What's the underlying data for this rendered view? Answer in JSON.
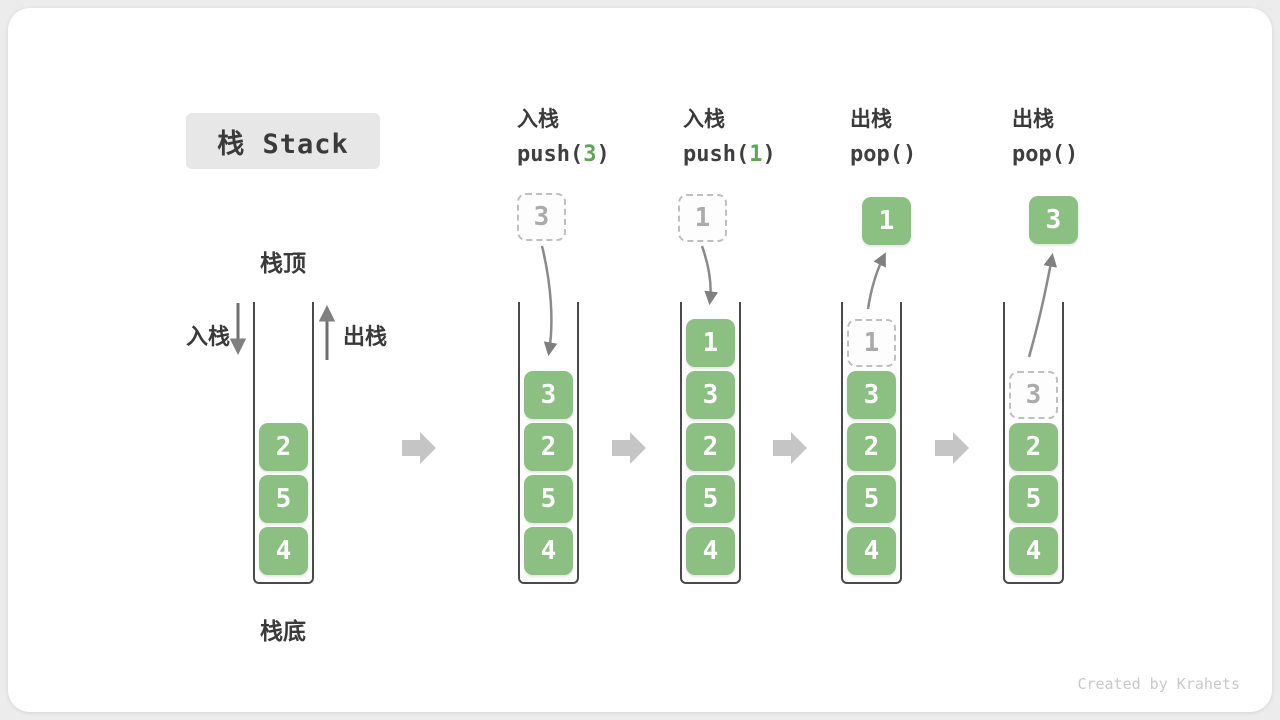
{
  "title": "栈 Stack",
  "labels": {
    "stack_top": "栈顶",
    "stack_bottom": "栈底",
    "push_direction": "入栈",
    "pop_direction": "出栈"
  },
  "footer": "Created by Krahets",
  "colors": {
    "box_green": "#8cc083",
    "code_arg_green": "#61a455",
    "arrow_gray": "#808080",
    "flow_arrow_gray": "#c5c5c5",
    "ghost_border_gray": "#bfbfbf",
    "container_line": "#4a4a4a"
  },
  "chart_note": "Stack LIFO operation sequence diagram",
  "stages": [
    {
      "name": "initial",
      "header": null,
      "float_box": null,
      "cells": [
        {
          "value": "2",
          "ghost": false
        },
        {
          "value": "5",
          "ghost": false
        },
        {
          "value": "4",
          "ghost": false
        }
      ]
    },
    {
      "name": "push-3",
      "header": {
        "cn": "入栈",
        "code_pre": "push(",
        "code_arg": "3",
        "code_post": ")"
      },
      "float_box": {
        "value": "3",
        "ghost": true
      },
      "cells": [
        {
          "value": "3",
          "ghost": false
        },
        {
          "value": "2",
          "ghost": false
        },
        {
          "value": "5",
          "ghost": false
        },
        {
          "value": "4",
          "ghost": false
        }
      ]
    },
    {
      "name": "push-1",
      "header": {
        "cn": "入栈",
        "code_pre": "push(",
        "code_arg": "1",
        "code_post": ")"
      },
      "float_box": {
        "value": "1",
        "ghost": true
      },
      "cells": [
        {
          "value": "1",
          "ghost": false
        },
        {
          "value": "3",
          "ghost": false
        },
        {
          "value": "2",
          "ghost": false
        },
        {
          "value": "5",
          "ghost": false
        },
        {
          "value": "4",
          "ghost": false
        }
      ]
    },
    {
      "name": "pop-1",
      "header": {
        "cn": "出栈",
        "code_pre": "pop(",
        "code_arg": "",
        "code_post": ")"
      },
      "float_box": {
        "value": "1",
        "ghost": false
      },
      "cells": [
        {
          "value": "1",
          "ghost": true
        },
        {
          "value": "3",
          "ghost": false
        },
        {
          "value": "2",
          "ghost": false
        },
        {
          "value": "5",
          "ghost": false
        },
        {
          "value": "4",
          "ghost": false
        }
      ]
    },
    {
      "name": "pop-3",
      "header": {
        "cn": "出栈",
        "code_pre": "pop(",
        "code_arg": "",
        "code_post": ")"
      },
      "float_box": {
        "value": "3",
        "ghost": false
      },
      "cells": [
        {
          "value": "3",
          "ghost": true
        },
        {
          "value": "2",
          "ghost": false
        },
        {
          "value": "5",
          "ghost": false
        },
        {
          "value": "4",
          "ghost": false
        }
      ]
    }
  ]
}
